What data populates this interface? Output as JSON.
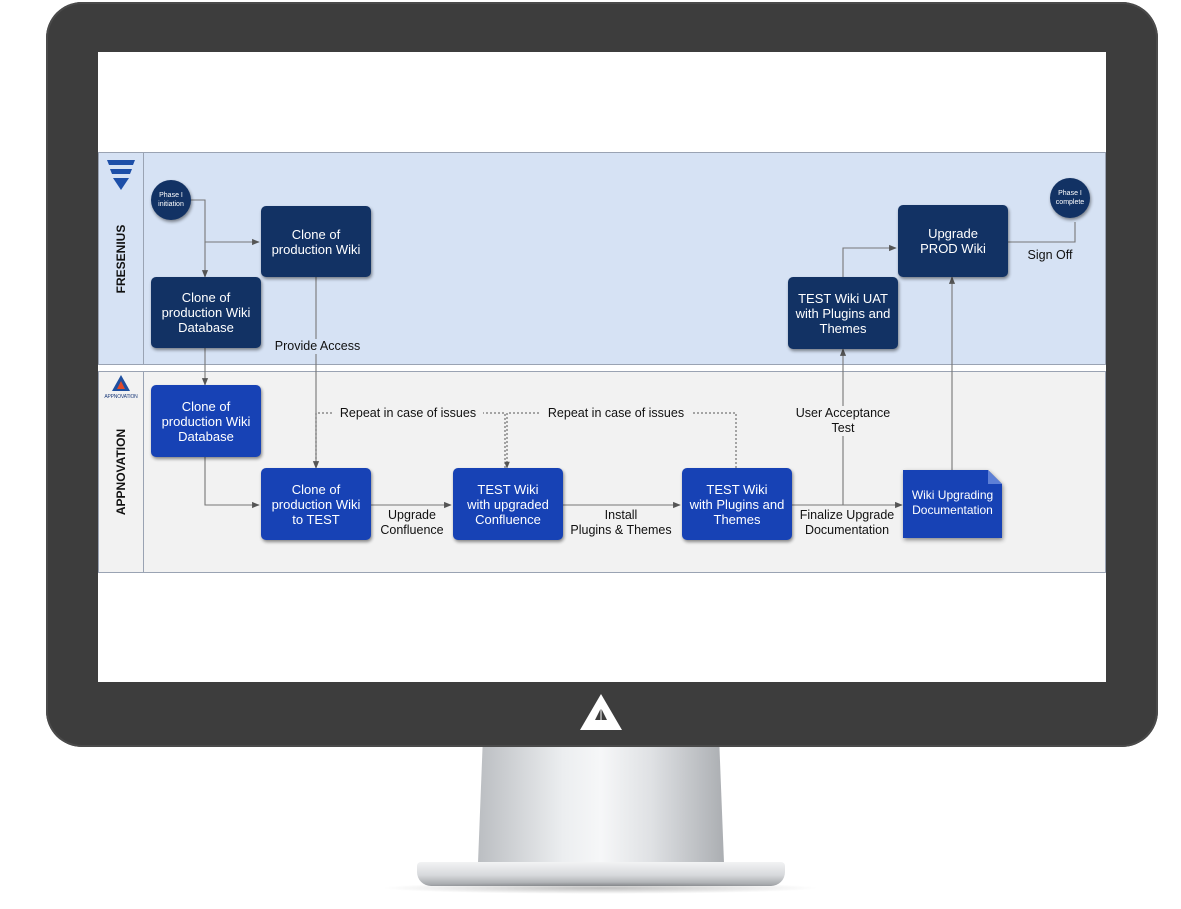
{
  "lanes": {
    "top": {
      "label": "FRESENIUS",
      "color": "#d6e2f4"
    },
    "bottom": {
      "label": "APPNOVATION",
      "logo_text": "APPNOVATION",
      "color": "#f2f2f2"
    }
  },
  "nodes": {
    "phase_initiation": "Phase I\ninitiation",
    "phase_complete": "Phase I\ncomplete",
    "clone_prod_wiki": "Clone of\nproduction Wiki",
    "clone_db_top": "Clone of\nproduction Wiki\nDatabase",
    "upgrade_prod": "Upgrade\nPROD Wiki",
    "uat": "TEST Wiki UAT\nwith Plugins and\nThemes",
    "clone_db_bottom": "Clone of\nproduction Wiki\nDatabase",
    "clone_to_test": "Clone of\nproduction Wiki\nto TEST",
    "test_upgraded": "TEST Wiki\nwith upgraded\nConfluence",
    "test_plugins": "TEST Wiki\nwith Plugins and\nThemes",
    "doc": "Wiki Upgrading\nDocumentation"
  },
  "labels": {
    "provide_access": "Provide Access",
    "sign_off": "Sign Off",
    "repeat_1": "Repeat in case of issues",
    "repeat_2": "Repeat in case of issues",
    "uat_label": "User Acceptance\nTest",
    "upgrade_confluence": "Upgrade\nConfluence",
    "install_plugins": "Install\nPlugins & Themes",
    "finalize_doc": "Finalize Upgrade\nDocumentation"
  },
  "colors": {
    "dark_node": "#123264",
    "blue_node": "#1742b5",
    "monitor": "#3d3d3d"
  }
}
